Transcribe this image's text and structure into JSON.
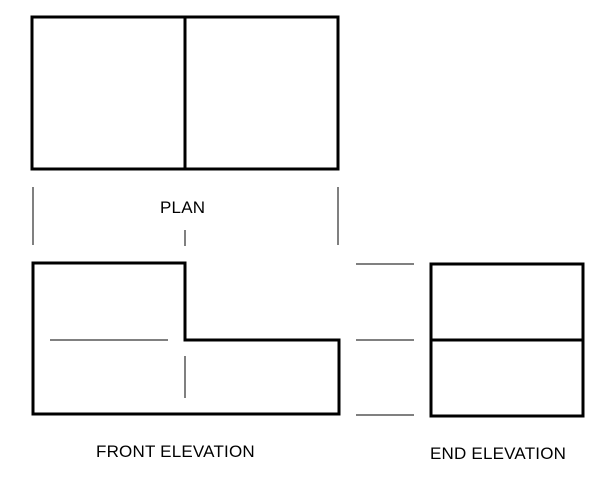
{
  "labels": {
    "plan": "PLAN",
    "front_elevation": "FRONT ELEVATION",
    "end_elevation": "END ELEVATION"
  },
  "colors": {
    "line": "#000000",
    "background": "#ffffff"
  }
}
